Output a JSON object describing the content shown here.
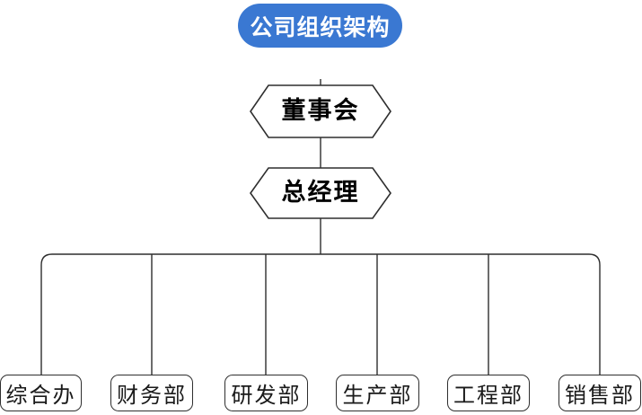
{
  "diagram": {
    "title": "公司组织架构",
    "nodes": {
      "board": "董事会",
      "general_manager": "总经理"
    },
    "departments": [
      {
        "label": "综合办"
      },
      {
        "label": "财务部"
      },
      {
        "label": "研发部"
      },
      {
        "label": "生产部"
      },
      {
        "label": "工程部"
      },
      {
        "label": "销售部"
      }
    ],
    "colors": {
      "title_bg": "#3A78D2",
      "title_text": "#FFFFFF",
      "line": "#2E2E2E",
      "node_fill": "#FFFFFF",
      "node_text": "#000000"
    }
  }
}
